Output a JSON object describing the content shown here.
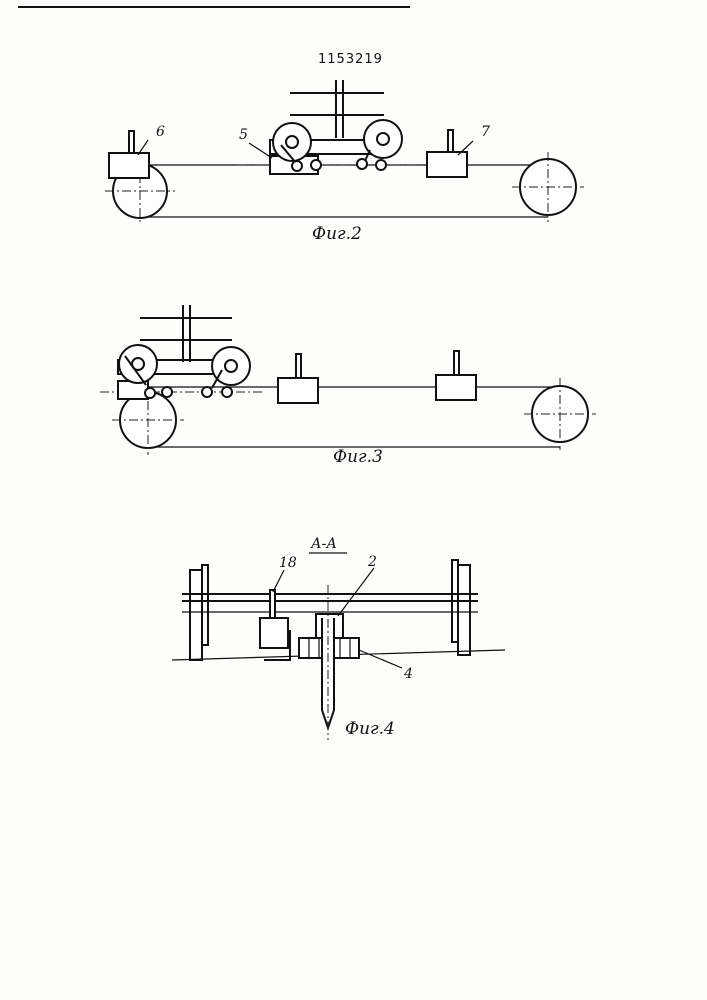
{
  "patent_number": "1153219",
  "figures": {
    "fig2": {
      "caption": "Фиг.2",
      "labels": {
        "l6": "6",
        "l5": "5",
        "l7": "7"
      }
    },
    "fig3": {
      "caption": "Фиг.3"
    },
    "fig4": {
      "caption": "Фиг.4",
      "section": "А-А",
      "labels": {
        "l18": "18",
        "l2": "2",
        "l4": "4"
      }
    }
  }
}
